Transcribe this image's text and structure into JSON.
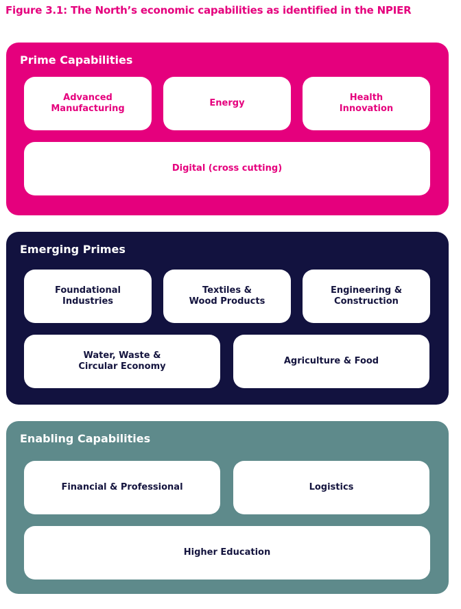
{
  "figure_title": "Figure 3.1: The North’s economic capabilities as identified in the NPIER",
  "colors": {
    "prime": "#e5007d",
    "emerging": "#12123f",
    "enabling": "#5e8a8b"
  },
  "sections": [
    {
      "title": "Prime Capabilities",
      "items": [
        "Advanced\nManufacturing",
        "Energy",
        "Health\nInnovation",
        "Digital (cross cutting)"
      ]
    },
    {
      "title": "Emerging Primes",
      "items": [
        "Foundational\nIndustries",
        "Textiles &\nWood Products",
        "Engineering &\nConstruction",
        "Water, Waste &\nCircular Economy",
        "Agriculture & Food"
      ]
    },
    {
      "title": "Enabling Capabilities",
      "items": [
        "Financial & Professional",
        "Logistics",
        "Higher Education"
      ]
    }
  ]
}
